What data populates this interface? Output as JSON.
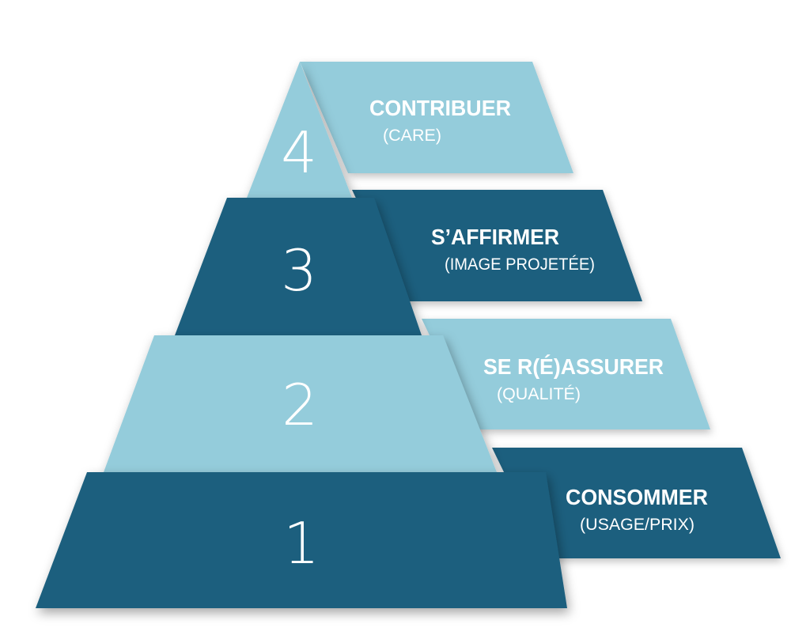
{
  "colors": {
    "background": "#ffffff",
    "dark_teal": "#1b5f7e",
    "light_teal": "#94ccdb",
    "text": "#ffffff"
  },
  "levels": [
    {
      "number": "4",
      "title": "CONTRIBUER",
      "subtitle": "(CARE)",
      "color": "#94ccdb"
    },
    {
      "number": "3",
      "title": "S’AFFIRMER",
      "subtitle": "(IMAGE PROJETÉE)",
      "color": "#1b5f7e"
    },
    {
      "number": "2",
      "title": "SE R(É)ASSURER",
      "subtitle": "(QUALITÉ)",
      "color": "#94ccdb"
    },
    {
      "number": "1",
      "title": "CONSOMMER",
      "subtitle": "(USAGE/PRIX)",
      "color": "#1b5f7e"
    }
  ]
}
